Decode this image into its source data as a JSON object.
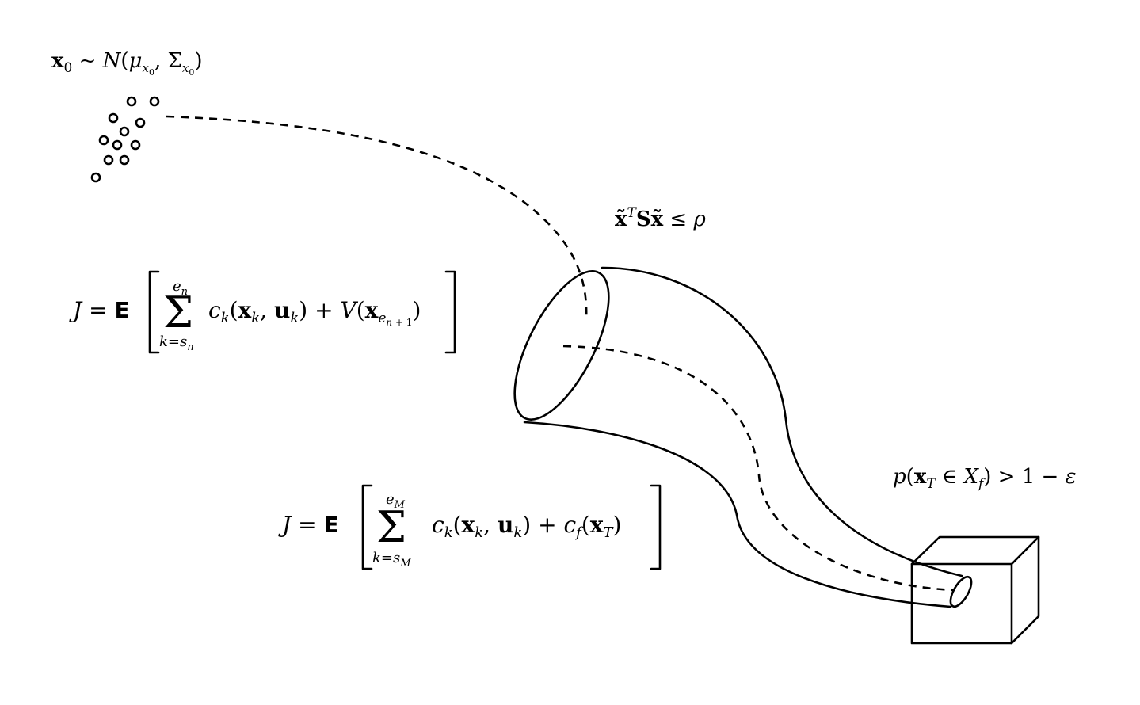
{
  "labels": {
    "initial_distribution": "x0 ~ N(μx0, Σx0)",
    "terminal_set_constraint": "x̃ᵀSx̃ ≤ ρ",
    "tube_cost": "J = E[ Σ_{k=s_n}^{e_n} c_k(x_k, u_k) + V(x_{e_n+1}) ]",
    "final_cost": "J = E[ Σ_{k=s_M}^{e_M} c_k(x_k, u_k) + c_f(x_T) ]",
    "terminal_probability": "p(x_T ∈ X_f) > 1 − ε"
  },
  "elements": {
    "initial_samples_count": 11,
    "tube_shape": "funnel",
    "terminal_set_shape": "cube"
  }
}
